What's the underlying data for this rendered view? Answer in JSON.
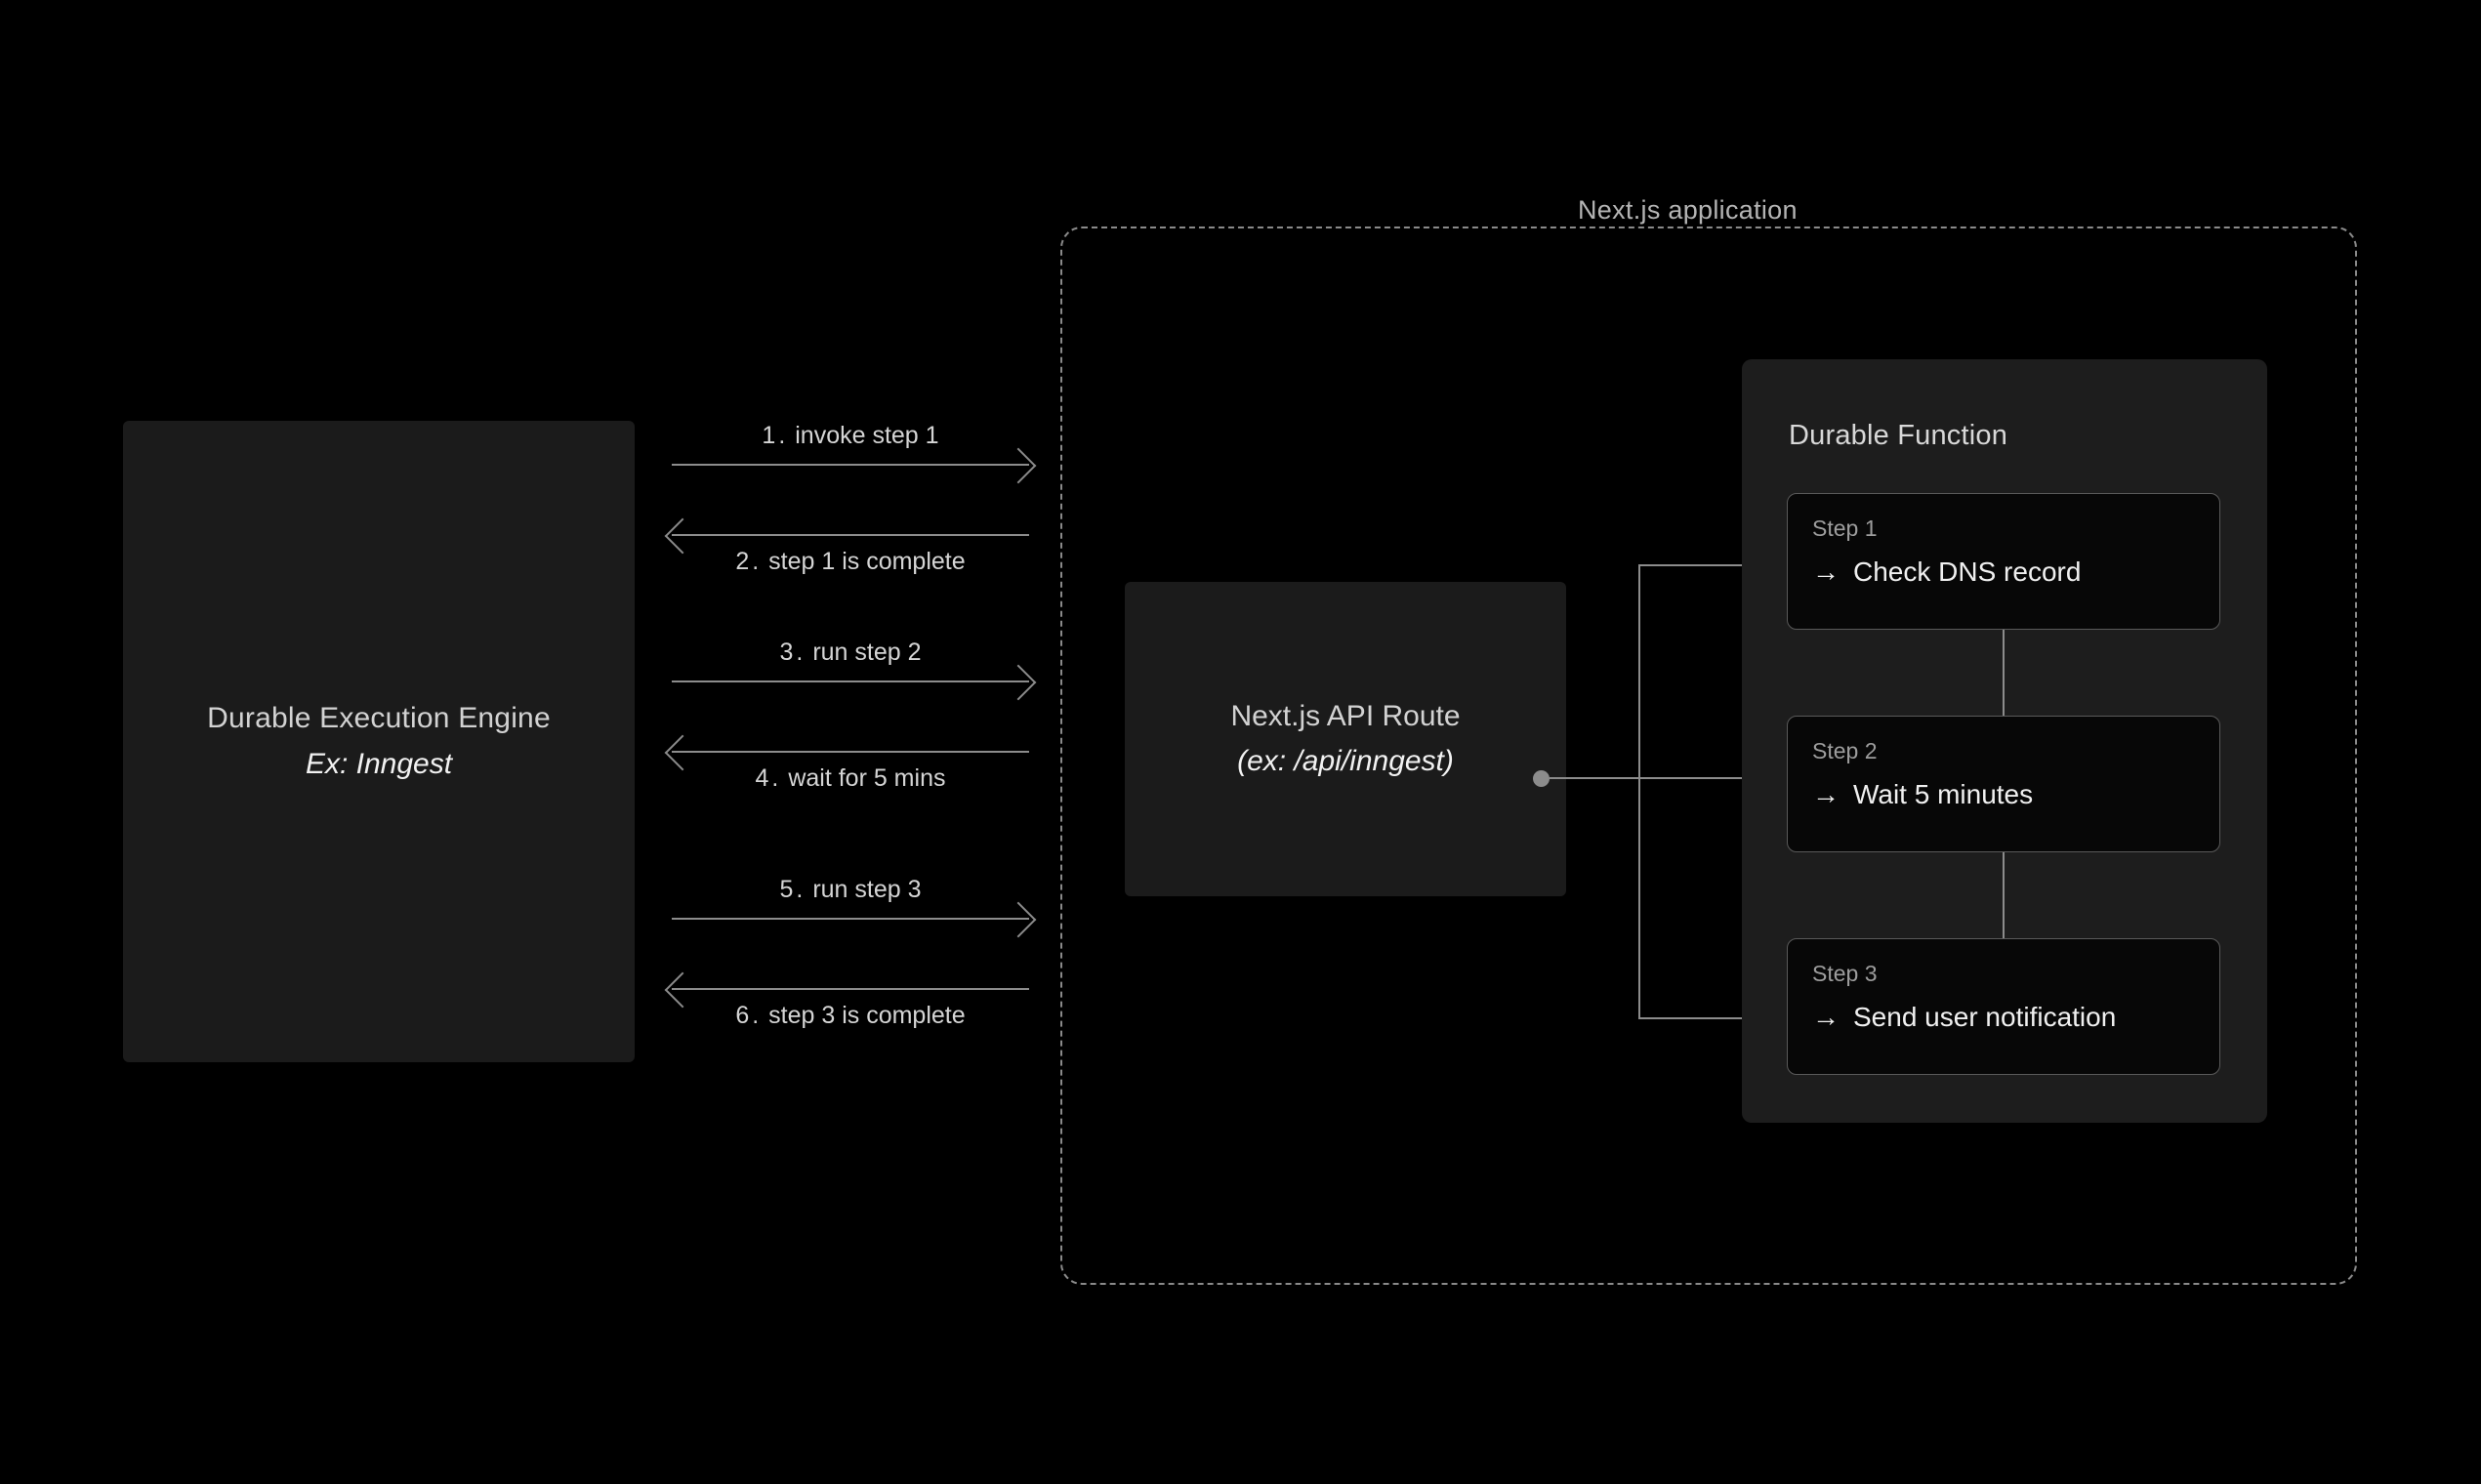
{
  "engine": {
    "title": "Durable Execution Engine",
    "subtitle": "Ex: Inngest"
  },
  "sequence": [
    {
      "num": "1.",
      "label": "invoke step 1",
      "direction": "to-right"
    },
    {
      "num": "2.",
      "label": "step 1 is complete",
      "direction": "to-left"
    },
    {
      "num": "3.",
      "label": "run step 2",
      "direction": "to-right"
    },
    {
      "num": "4.",
      "label": "wait for 5 mins",
      "direction": "to-left"
    },
    {
      "num": "5.",
      "label": "run step 3",
      "direction": "to-right"
    },
    {
      "num": "6.",
      "label": "step 3 is complete",
      "direction": "to-left"
    }
  ],
  "app_frame": {
    "title": "Next.js application"
  },
  "api_route": {
    "title": "Next.js API Route",
    "subtitle": "(ex: /api/inngest)"
  },
  "durable_function": {
    "title": "Durable Function",
    "steps": [
      {
        "label": "Step 1",
        "arrow": "→",
        "text": "Check DNS record"
      },
      {
        "label": "Step 2",
        "arrow": "→",
        "text": "Wait 5 minutes"
      },
      {
        "label": "Step 3",
        "arrow": "→",
        "text": "Send user notification"
      }
    ]
  },
  "colors": {
    "background": "#000000",
    "panel": "#1d1d1d",
    "box": "#1b1b1b",
    "card": "#070707",
    "line": "#8c8c8c",
    "text_primary": "#f0f0f0",
    "text_secondary": "#d2d2d2",
    "text_muted": "#9d9d9d",
    "dashed_border": "#8a8a8a"
  }
}
